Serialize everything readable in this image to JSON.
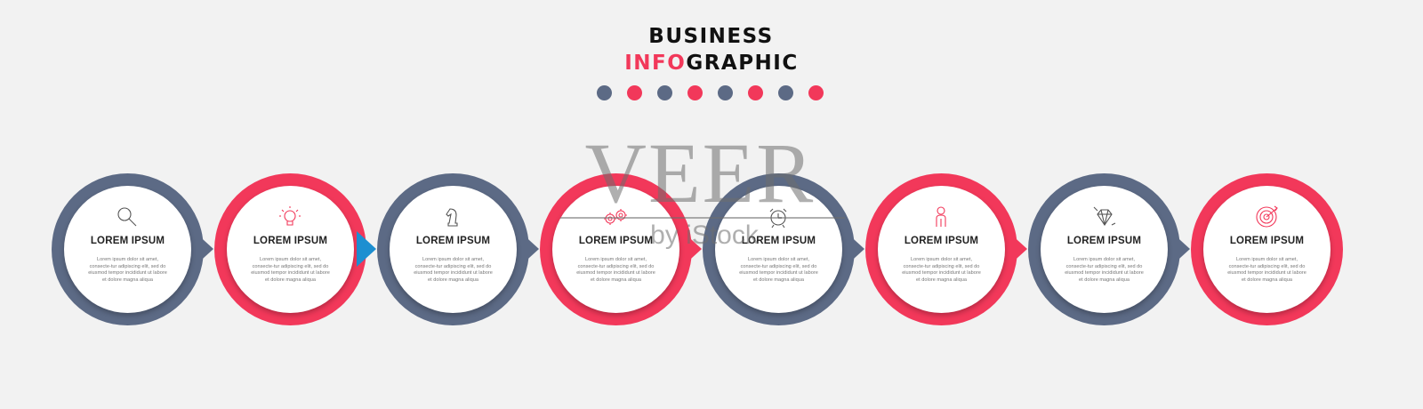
{
  "header": {
    "line1": "BUSINESS",
    "line2_accent": "INFO",
    "line2_rest": "GRAPHIC"
  },
  "colors": {
    "slate": "#5c6a85",
    "red": "#f2385a",
    "arrow_blue": "#1d8fd1"
  },
  "dots": [
    "slate",
    "red",
    "slate",
    "red",
    "slate",
    "red",
    "slate",
    "red"
  ],
  "steps": [
    {
      "title": "LOREM IPSUM",
      "text": "Lorem ipsum dolor sit amet, consecte-tur adipiscing elit, sed do eiusmod tempor incididunt ut labore et dolore magna aliqua",
      "color": "slate",
      "icon": "magnifier-icon"
    },
    {
      "title": "LOREM IPSUM",
      "text": "Lorem ipsum dolor sit amet, consecte-tur adipiscing elit, sed do eiusmod tempor incididunt ut labore et dolore magna aliqua",
      "color": "red",
      "icon": "lightbulb-icon"
    },
    {
      "title": "LOREM IPSUM",
      "text": "Lorem ipsum dolor sit amet, consecte-tur adipiscing elit, sed do eiusmod tempor incididunt ut labore et dolore magna aliqua",
      "color": "slate",
      "icon": "chess-knight-icon"
    },
    {
      "title": "LOREM IPSUM",
      "text": "Lorem ipsum dolor sit amet, consecte-tur adipiscing elit, sed do eiusmod tempor incididunt ut labore et dolore magna aliqua",
      "color": "red",
      "icon": "gears-icon"
    },
    {
      "title": "LOREM IPSUM",
      "text": "Lorem ipsum dolor sit amet, consecte-tur adipiscing elit, sed do eiusmod tempor incididunt ut labore et dolore magna aliqua",
      "color": "slate",
      "icon": "alarm-clock-icon"
    },
    {
      "title": "LOREM IPSUM",
      "text": "Lorem ipsum dolor sit amet, consecte-tur adipiscing elit, sed do eiusmod tempor incididunt ut labore et dolore magna aliqua",
      "color": "red",
      "icon": "person-icon"
    },
    {
      "title": "LOREM IPSUM",
      "text": "Lorem ipsum dolor sit amet, consecte-tur adipiscing elit, sed do eiusmod tempor incididunt ut labore et dolore magna aliqua",
      "color": "slate",
      "icon": "diamond-icon"
    },
    {
      "title": "LOREM IPSUM",
      "text": "Lorem ipsum dolor sit amet, consecte-tur adipiscing elit, sed do eiusmod tempor incididunt ut labore et dolore magna aliqua",
      "color": "red",
      "icon": "target-icon"
    }
  ],
  "watermark": {
    "main": "VEER",
    "sub": "by iStock"
  }
}
